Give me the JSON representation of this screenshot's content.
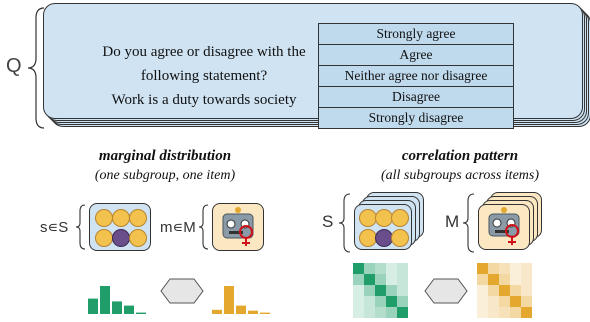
{
  "q_label": "Q",
  "question": {
    "line1": "Do you agree or disagree with the",
    "line2": "following statement?",
    "line3": "Work is a duty towards society"
  },
  "scale_options": [
    "Strongly agree",
    "Agree",
    "Neither agree nor disagree",
    "Disagree",
    "Strongly disagree"
  ],
  "left_panel": {
    "heading": "marginal distribution",
    "subheading": "(one subgroup, one item)",
    "subgroup_label": "s∊S",
    "model_label": "m∊M",
    "subgroup_hist": [
      0.55,
      1.0,
      0.45,
      0.3,
      0.05
    ],
    "model_hist": [
      0.15,
      1.0,
      0.3,
      0.12,
      0.05
    ]
  },
  "right_panel": {
    "heading": "correlation pattern",
    "subheading": "(all subgroups across items)",
    "subgroup_label": "S",
    "model_label": "M"
  },
  "colors": {
    "card": "#cfe3f3",
    "scale_cell": "#bfd9ed",
    "green": "#1f9e6a",
    "orange": "#e5a82e"
  },
  "icons": [
    "brace-icon",
    "people-emoji-icon",
    "robot-emoji-icon",
    "female-sign-icon",
    "hexagon-icon"
  ]
}
